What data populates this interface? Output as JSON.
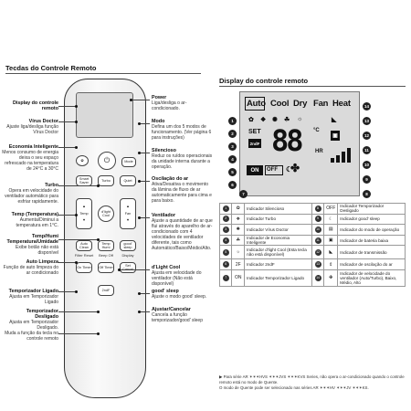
{
  "remote_section": {
    "title": "Tecdas do Controle Remoto",
    "left_labels": [
      {
        "title": "Display do controle remoto",
        "desc": ""
      },
      {
        "title": "Vírus Doctor",
        "desc": "Ajuste liga/desliga função Vírus Doctor"
      },
      {
        "title": "Economia Inteligente",
        "desc": "Menos consumo de energia deixa o seu espaço refrescado na temperatura de 24°C a 30°C"
      },
      {
        "title": "Turbo",
        "desc": "Opera em velocidade do ventilador automático para esfriar rapidamente."
      },
      {
        "title": "Temp (Temperatura)",
        "desc": "Aumenta/Diminui a temperatura em 1°C."
      },
      {
        "title": "Temp/Humi Temperatura/Umidade",
        "desc": "Exibe botão não está disponível"
      },
      {
        "title": "Auto Limpeza",
        "desc": "Função de auto limpeza do ar condicionado"
      },
      {
        "title": "Temporizador Ligado",
        "desc": "Ajusta em Temporizador Ligado"
      },
      {
        "title": "Temporizador Desligado",
        "desc": "Ajusta em Temporizador Desligado."
      },
      {
        "title": "",
        "desc": "Muda a função da tecla no controle remoto"
      }
    ],
    "right_labels": [
      {
        "title": "Power",
        "desc": "Liga/desliga o ar-condicionado."
      },
      {
        "title": "Modo",
        "desc": "Defina um dos 5 modos de funcionamento. (Ver página 6 para instruções)"
      },
      {
        "title": "Silencioso",
        "desc": "Reduz os ruídos operacionais da unidade interna durante a operação."
      },
      {
        "title": "Oscilação do ar",
        "desc": "Ativa/Desativa o movimento da lâmina de fluxo de ar automaticamente para cima e para baixo."
      },
      {
        "title": "Ventilador",
        "desc": "Ajuste a quantidade de ar que flui através do aparelho de ar-condicionado com 4 velocidades de ventilador diferente, tais como Automático/Baixo/Médio/Alto."
      },
      {
        "title": "d'Light Cool",
        "desc": "Ajusta em velocidade do ventilador (Não está disponível)"
      },
      {
        "title": "good' sleep",
        "desc": "Ajuste o modo good' sleep."
      },
      {
        "title": "Ajustar/Cancelar",
        "desc": "Cancela a função temporizador/good' sleep"
      }
    ],
    "buttons": {
      "power_symbol": "⏻",
      "mode": "Mode",
      "smart_saver": "Smart Saver",
      "turbo": "Turbo",
      "quiet": "Quiet",
      "temp": "Temp",
      "dlight_cool": "d'light Cool",
      "fan": "Fan",
      "auto_clean": "Auto Clean",
      "temp_humi": "Temp Humi",
      "good_sleep": "good' sleep",
      "filter_reset": "Filter Reset",
      "beep_off": "Beep Off",
      "display": "Display",
      "on_timer": "On Timer",
      "off_timer": "Off Timer",
      "set_cancel": "Set Cancel",
      "second_f": "2ndF"
    }
  },
  "display_section": {
    "title": "Display do controle remoto",
    "lcd": {
      "modes": [
        "Auto",
        "Cool",
        "Dry",
        "Fan",
        "Heat"
      ],
      "set": "SET",
      "second_f": "2ndF",
      "digits": "88",
      "temp_unit": "°C",
      "hr": "HR",
      "on": "ON",
      "off": "OFF",
      "callouts": [
        "1",
        "2",
        "3",
        "4",
        "5",
        "6",
        "7",
        "8",
        "9",
        "10",
        "11",
        "12",
        "13",
        "14"
      ]
    },
    "legend": [
      {
        "num_l": "1",
        "left": "Indicador Silencioso",
        "num_r": "8",
        "right": "Indicador Temporizador Desligado"
      },
      {
        "num_l": "2",
        "left": "Indicador Turbo",
        "num_r": "9",
        "right": "Indicador good' sleep"
      },
      {
        "num_l": "3",
        "left": "Indicador Vírus Doctor",
        "num_r": "10",
        "right": "Indicador do modo de operação"
      },
      {
        "num_l": "4",
        "left": "Indicador de Economia Inteligente",
        "num_r": "11",
        "right": "Indicador de bateria baixa"
      },
      {
        "num_l": "5",
        "left": "Indicador d'light Cool (Esta tecla não está disponível)",
        "num_r": "12",
        "right": "Indicador de transmissão"
      },
      {
        "num_l": "6",
        "left": "Indicador 2ndF",
        "num_r": "13",
        "right": "Indicador de oscilação do ar"
      },
      {
        "num_l": "7",
        "left": "Indicador Temporizador Ligado",
        "num_r": "14",
        "right": "Indicador de velocidade do ventilador (Auto/Turbo), Baixo, Médio, Alto"
      }
    ],
    "notes": [
      "▶ Para série AR ✶✶✶HVS ✶✶✶JVS ✶✶✶KVS Series, não opera o ar-condicionado quando o controle remoto está no modo de Quente.",
      "O modo de Quente pode ser selecionado nas séries AR ✶✶✶HV ✶✶✶JV ✶✶✶KS."
    ]
  }
}
